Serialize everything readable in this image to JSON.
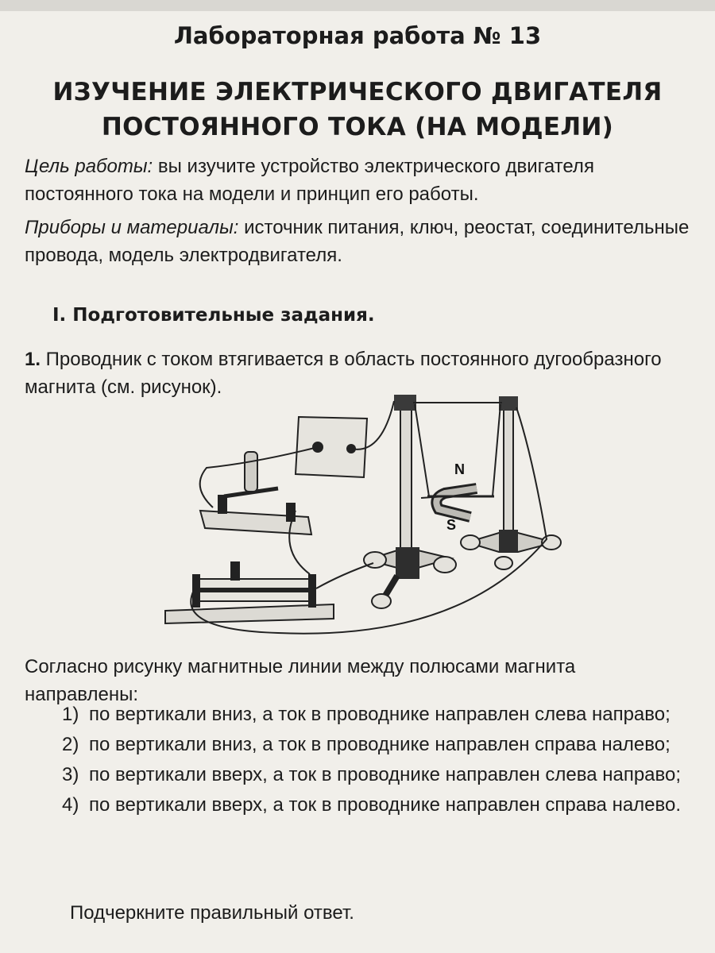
{
  "header": {
    "lab_number": "Лабораторная работа № 13",
    "title_line1": "ИЗУЧЕНИЕ ЭЛЕКТРИЧЕСКОГО ДВИГАТЕЛЯ",
    "title_line2": "ПОСТОЯННОГО ТОКА (НА МОДЕЛИ)"
  },
  "goal": {
    "label": "Цель работы:",
    "text": " вы изучите устройство электрического двигателя постоянного тока на модели и принцип его работы."
  },
  "materials": {
    "label": "Приборы и материалы:",
    "text": " источник питания, ключ, реостат, соединительные провода, модель электродвигателя."
  },
  "section": {
    "title": "I. Подготовительные задания."
  },
  "task1": {
    "number": "1.",
    "text": " Проводник с током втягивается в область постоянного дугообразного магнита (см. рисунок)."
  },
  "figure": {
    "pole_north": "N",
    "pole_south": "S"
  },
  "question": {
    "text": "Согласно рисунку магнитные линии между полюсами магнита направлены:",
    "options": [
      {
        "num": "1)",
        "text": "по вертикали вниз, а ток в проводнике направлен слева направо;"
      },
      {
        "num": "2)",
        "text": "по вертикали вниз, а ток в проводнике направлен справа налево;"
      },
      {
        "num": "3)",
        "text": "по вертикали вверх, а ток в проводнике направлен слева направо;"
      },
      {
        "num": "4)",
        "text": "по вертикали вверх, а ток в проводнике направлен справа налево."
      }
    ],
    "instruction": "Подчеркните правильный ответ."
  }
}
